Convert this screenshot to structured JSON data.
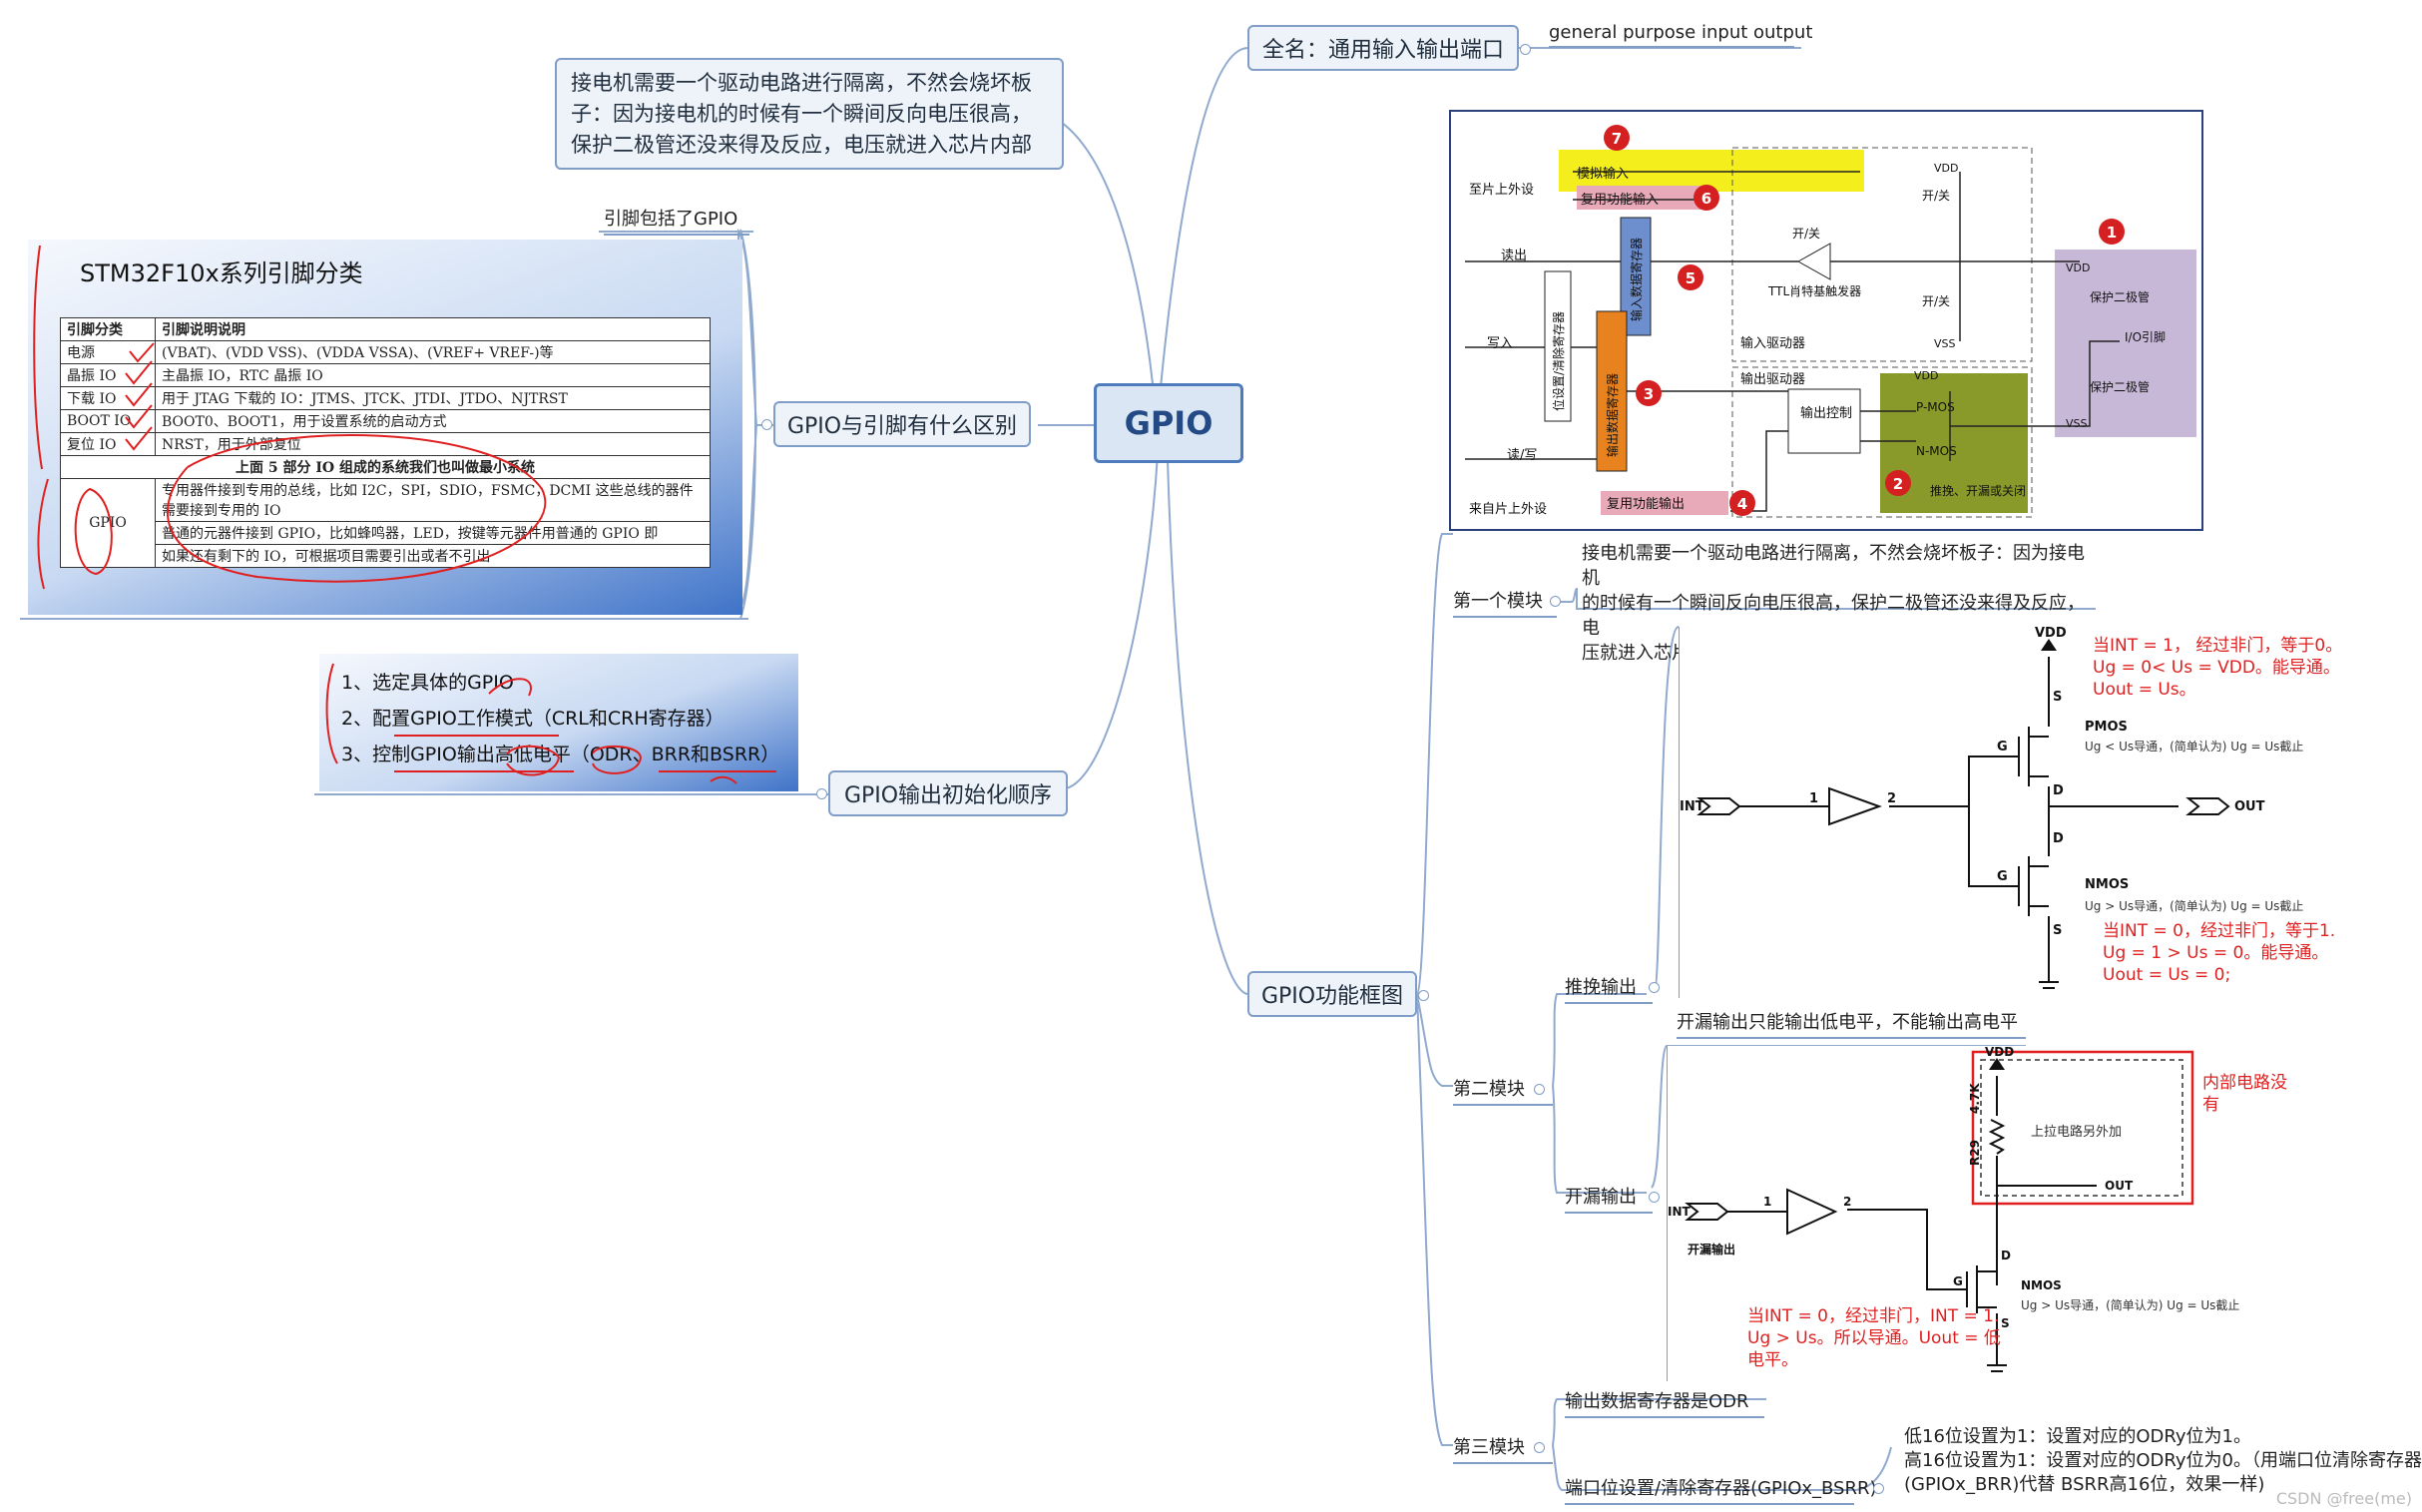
{
  "root": {
    "title": "GPIO"
  },
  "fullname": {
    "label": "全名：通用输入输出端口",
    "english": "general purpose input output"
  },
  "motor_note": {
    "lines": [
      "接电机需要一个驱动电路进行隔离，不然会烧坏板",
      "子：因为接电机的时候有一个瞬间反向电压很高，",
      "保护二极管还没来得及反应，电压就进入芯片内部"
    ]
  },
  "pin_diff": {
    "label": "GPIO与引脚有什么区别",
    "sub_label": "引脚包括了GPIO",
    "table_title": "STM32F10x系列引脚分类",
    "headers": [
      "引脚分类",
      "引脚说明说明"
    ],
    "rows": [
      [
        "电源",
        "(VBAT)、(VDD VSS)、(VDDA VSSA)、(VREF+ VREF-)等"
      ],
      [
        "晶振 IO",
        "主晶振 IO，RTC 晶振 IO"
      ],
      [
        "下载 IO",
        "用于 JTAG 下载的 IO：JTMS、JTCK、JTDI、JTDO、NJTRST"
      ],
      [
        "BOOT IO",
        "BOOT0、BOOT1，用于设置系统的启动方式"
      ],
      [
        "复位 IO",
        "NRST，用于外部复位"
      ]
    ],
    "summary": "上面 5 部分 IO 组成的系统我们也叫做最小系统",
    "gpio_cell": "GPIO",
    "gpio_rows": [
      "专用器件接到专用的总线，比如 I2C，SPI，SDIO，FSMC，DCMI 这些总线的器件需要接到专用的 IO",
      "普通的元器件接到 GPIO，比如蜂鸣器，LED，按键等元器件用普通的 GPIO 即",
      "如果还有剩下的 IO，可根据项目需要引出或者不引出"
    ]
  },
  "init_order": {
    "label": "GPIO输出初始化顺序",
    "steps": [
      "1、选定具体的GPIO",
      "2、配置GPIO工作模式（CRL和CRH寄存器）",
      "3、控制GPIO输出高低电平（ODR、BRR和BSRR）"
    ]
  },
  "block_diagram": {
    "label": "GPIO功能框图",
    "texts": {
      "analog_in": "模拟输入",
      "af_in": "复用功能输入",
      "to_chip": "至片上外设",
      "read": "读出",
      "write": "写入",
      "rw": "读/写",
      "from_chip": "来自片上外设",
      "af_out": "复用功能输出",
      "ttl": "TTL肖特基触发器",
      "switch": "开/关",
      "in_driver": "输入驱动器",
      "out_driver": "输出驱动器",
      "out_ctrl": "输出控制",
      "pmos": "P-MOS",
      "nmos": "N-MOS",
      "push_pull": "推挽、开漏或关闭",
      "protect": "保护二极管",
      "io_pin": "I/O引脚",
      "in_reg": "输入数据寄存器",
      "out_reg": "输出数据寄存器",
      "bsr_reg": "位设置/清除寄存器",
      "vdd": "VDD",
      "vss": "VSS"
    },
    "badges": [
      "1",
      "2",
      "3",
      "4",
      "5",
      "6",
      "7"
    ]
  },
  "module1": {
    "label": "第一个模块",
    "note": [
      "接电机需要一个驱动电路进行隔离，不然会烧坏板子：因为接电机",
      "的时候有一个瞬间反向电压很高，保护二极管还没来得及反应，电",
      "压就进入芯片内部"
    ]
  },
  "module2": {
    "label": "第二模块",
    "push_pull": {
      "label": "推挽输出",
      "texts": {
        "vdd": "VDD",
        "int": "INT",
        "out": "OUT",
        "pmos": "PMOS",
        "nmos": "NMOS",
        "g": "G",
        "s": "S",
        "d": "D",
        "n1": "1",
        "n2": "2",
        "pmos_note": "Ug < Us导通，(简单认为) Ug = Us截止",
        "nmos_note": "Ug > Us导通，(简单认为) Ug = Us截止"
      },
      "red_top": [
        "当INT = 1，  经过非门，等于0。",
        "Ug = 0< Us = VDD。能导通。",
        "Uout = Us。"
      ],
      "red_bottom": [
        "当INT = 0，经过非门，等于1.",
        "Ug = 1 > Us = 0。能导通。",
        "Uout = Us = 0;"
      ]
    },
    "open_drain": {
      "label": "开漏输出",
      "desc": "开漏输出只能输出低电平，不能输出高电平",
      "texts": {
        "vdd": "VDD",
        "int": "INT",
        "out": "OUT",
        "nmos": "NMOS",
        "r": "R29",
        "k": "4.7K",
        "pullup": "上拉电路另外加",
        "od_label": "开漏输出",
        "n1": "1",
        "n2": "2",
        "g": "G",
        "s": "S",
        "d": "D",
        "nmos_note": "Ug > Us导通，(简单认为) Ug = Us截止"
      },
      "red_side": [
        "内部电路没",
        "有"
      ],
      "red_bottom": [
        "当INT = 0，经过非门，INT = 1.",
        "Ug > Us。所以导通。Uout = 低",
        "电平。"
      ]
    }
  },
  "module3": {
    "label": "第三模块",
    "odr": "输出数据寄存器是ODR",
    "bsrr": "端口位设置/清除寄存器(GPIOx_BSRR)",
    "bsrr_note": [
      "低16位设置为1：设置对应的ODRy位为1。",
      "高16位设置为1：设置对应的ODRy位为0。（用端口位清除寄存器",
      "(GPIOx_BRR)代替 BSRR高16位，效果一样)"
    ]
  },
  "watermark": "CSDN @free(me)"
}
